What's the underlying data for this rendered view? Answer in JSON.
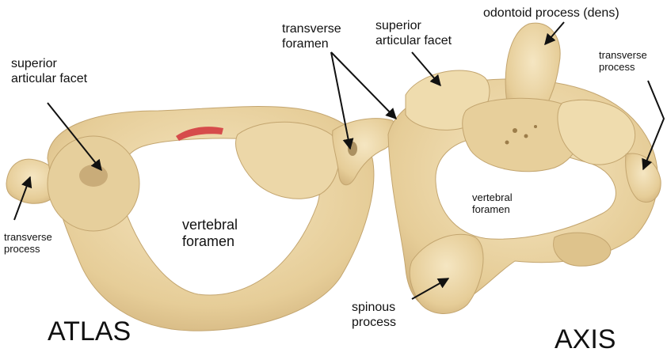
{
  "labels": {
    "atlas_superior_facet": [
      "superior",
      "articular facet"
    ],
    "transverse_foramen": [
      "transverse",
      "foramen"
    ],
    "axis_superior_facet": [
      "superior",
      "articular facet"
    ],
    "odontoid": "odontoid process (dens)",
    "axis_transverse": [
      "transverse",
      "process"
    ],
    "atlas_transverse": [
      "transverse",
      "process"
    ],
    "atlas_vertebral_foramen": [
      "vertebral",
      "foramen"
    ],
    "axis_vertebral_foramen": [
      "vertebral",
      "foramen"
    ],
    "spinous": [
      "spinous",
      "process"
    ],
    "atlas_title": "ATLAS",
    "axis_title": "AXIS"
  },
  "colors": {
    "bone": "#e9d3a2",
    "bone_light": "#f3e3bd",
    "bone_shadow": "#c9ab74",
    "ligament": "#d64b4b",
    "arrow": "#111111"
  }
}
